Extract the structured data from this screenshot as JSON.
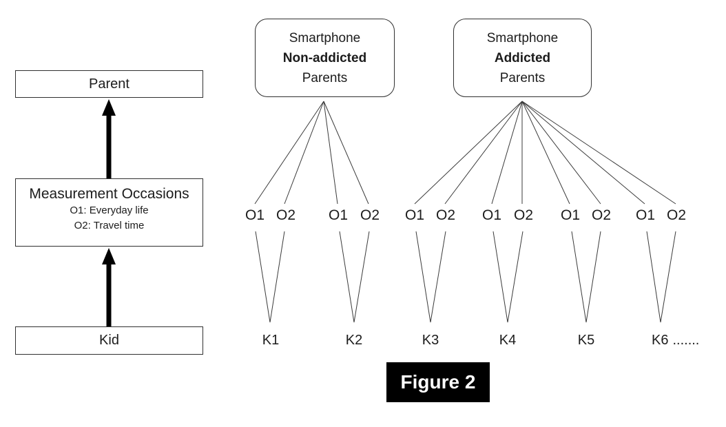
{
  "figure": {
    "caption": "Figure 2"
  },
  "left_panel": {
    "parent_label": "Parent",
    "measurement_title": "Measurement Occasions",
    "measurement_o1": "O1: Everyday life",
    "measurement_o2": "O2: Travel time",
    "kid_label": "Kid"
  },
  "groups": [
    {
      "title_line1": "Smartphone",
      "title_line2": "Non-addicted",
      "title_line3": "Parents",
      "kids": [
        {
          "label": "K1",
          "occasions": [
            "O1",
            "O2"
          ]
        },
        {
          "label": "K2",
          "occasions": [
            "O1",
            "O2"
          ]
        }
      ]
    },
    {
      "title_line1": "Smartphone",
      "title_line2": "Addicted",
      "title_line3": "Parents",
      "kids": [
        {
          "label": "K3",
          "occasions": [
            "O1",
            "O2"
          ]
        },
        {
          "label": "K4",
          "occasions": [
            "O1",
            "O2"
          ]
        },
        {
          "label": "K5",
          "occasions": [
            "O1",
            "O2"
          ]
        },
        {
          "label": "K6",
          "occasions": [
            "O1",
            "O2"
          ],
          "suffix": "......."
        }
      ]
    }
  ],
  "colors": {
    "background": "#ffffff",
    "connector_line": "#3a3a3a",
    "box_border": "#2f2f2f",
    "arrow": "#000000",
    "caption_bg": "#000000",
    "caption_text": "#ffffff"
  }
}
